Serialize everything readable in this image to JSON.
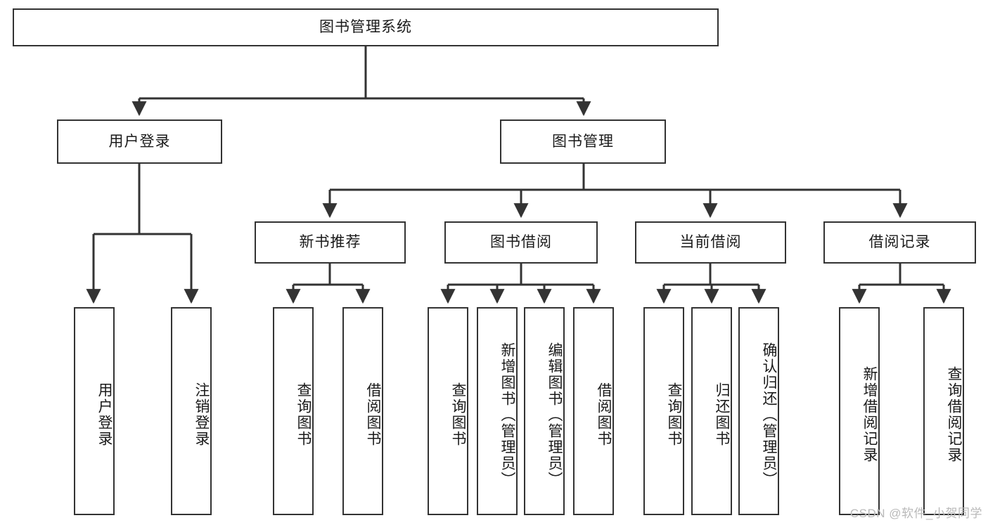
{
  "diagram": {
    "type": "tree-hierarchy",
    "title": "图书管理系统",
    "watermark": "CSDN @软件_小贺同学",
    "colors": {
      "box_border": "#333333",
      "box_fill": "#ffffff",
      "connector": "#333333",
      "text": "#1a1a1a",
      "watermark": "#b9b9b9",
      "background": "#ffffff"
    },
    "root": {
      "label": "图书管理系统"
    },
    "level1": [
      {
        "label": "用户登录"
      },
      {
        "label": "图书管理"
      }
    ],
    "level2": [
      {
        "label": "新书推荐"
      },
      {
        "label": "图书借阅"
      },
      {
        "label": "当前借阅"
      },
      {
        "label": "借阅记录"
      }
    ],
    "leaves": {
      "user_login": [
        {
          "label": "用户登录"
        },
        {
          "label": "注销登录"
        }
      ],
      "new_book_recommend": [
        {
          "label": "查询图书"
        },
        {
          "label": "借阅图书"
        }
      ],
      "book_borrow": [
        {
          "label": "查询图书"
        },
        {
          "label": "新增图书（管理员）"
        },
        {
          "label": "编辑图书（管理员）"
        },
        {
          "label": "借阅图书"
        }
      ],
      "current_borrow": [
        {
          "label": "查询图书"
        },
        {
          "label": "归还图书"
        },
        {
          "label": "确认归还（管理员）"
        }
      ],
      "borrow_record": [
        {
          "label": "新增借阅记录"
        },
        {
          "label": "查询借阅记录"
        }
      ]
    }
  }
}
